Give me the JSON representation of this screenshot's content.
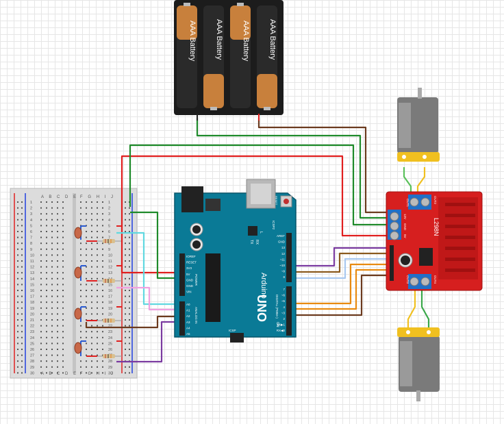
{
  "battery_pack": {
    "cells": [
      "AAA Battery",
      "AAA Battery",
      "AAA Battery",
      "AAA Battery"
    ],
    "colors": {
      "copper": "#c8803c",
      "black": "#222222",
      "case": "#1c1c1c"
    }
  },
  "breadboard": {
    "col_letters_left": [
      "A",
      "B",
      "C",
      "D",
      "E"
    ],
    "col_letters_right": [
      "F",
      "G",
      "H",
      "I",
      "J"
    ],
    "row_count": 30
  },
  "arduino": {
    "brand": "Arduino",
    "model": "UNO",
    "power_pins": [
      "IOREF",
      "RESET",
      "3V3",
      "5V",
      "GND",
      "GND",
      "VIN"
    ],
    "analog_pins": [
      "A0",
      "A1",
      "A2",
      "A3",
      "A4",
      "A5"
    ],
    "header_top_labels": [
      "AREF",
      "GND",
      "13",
      "12",
      "~11",
      "~10",
      "~9",
      "8"
    ],
    "header_bottom_labels": [
      "7",
      "~6",
      "~5",
      "4",
      "~3",
      "2",
      "TX▶1",
      "RX◀0"
    ],
    "icsp_label": "ICSP",
    "icsp2_label": "ICSP2",
    "digital_label": "DIGITAL (PWM~)",
    "on_label": "ON",
    "tx_label": "TX",
    "rx_label": "RX",
    "l_label": "L",
    "power_label": "POWER",
    "analog_label": "ANALOG IN",
    "reset_label": "RESET",
    "color": "#0a7a96"
  },
  "driver": {
    "chip": "L298N",
    "out1": "OUT1",
    "out2": "OUT2",
    "out3": "OUT3",
    "out4": "OUT4",
    "v12": "12V",
    "gnd": "GND",
    "v5": "5V",
    "color": "#d61f1f"
  },
  "motors": [
    "DC Motor",
    "DC Motor"
  ],
  "wire_colors": {
    "red": "#e01e1e",
    "green": "#1e8a2a",
    "brown": "#6b3a1e",
    "purple": "#7a3aa0",
    "orange": "#e88a10",
    "lightblue": "#a8c8f0",
    "cyan": "#60d8e0",
    "pink": "#f0a0e0",
    "yellow": "#f0c020"
  }
}
